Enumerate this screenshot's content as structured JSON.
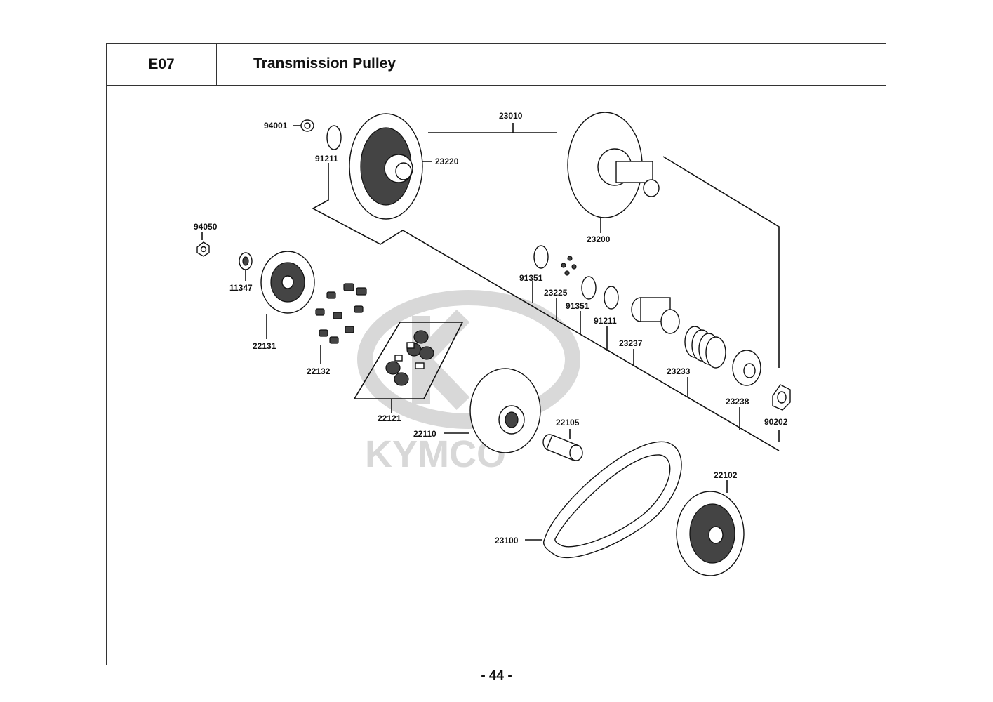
{
  "header": {
    "code": "E07",
    "title": "Transmission Pulley"
  },
  "footer": {
    "page": "- 44 -"
  },
  "watermark": {
    "text": "KYMCO"
  },
  "parts": {
    "p94001": "94001",
    "p91211a": "91211",
    "p23220": "23220",
    "p23010": "23010",
    "p23200": "23200",
    "p94050": "94050",
    "p11347": "11347",
    "p22131": "22131",
    "p22132": "22132",
    "p22121": "22121",
    "p22110": "22110",
    "p91351a": "91351",
    "p23225": "23225",
    "p91351b": "91351",
    "p91211b": "91211",
    "p23237": "23237",
    "p23233": "23233",
    "p23238": "23238",
    "p90202": "90202",
    "p22105": "22105",
    "p22102": "22102",
    "p23100": "23100"
  }
}
